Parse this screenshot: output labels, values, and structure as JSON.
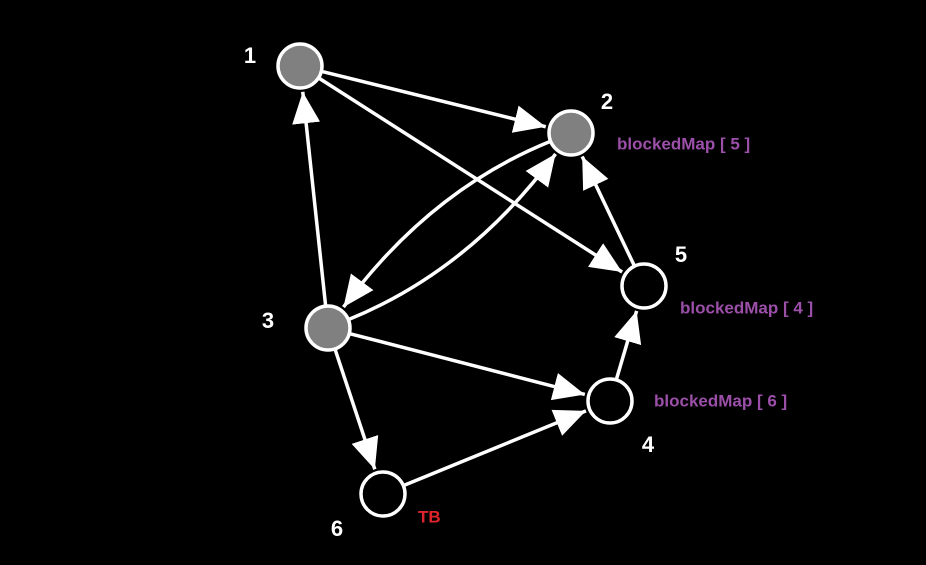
{
  "colors": {
    "background": "#000000",
    "edge": "#ffffff",
    "visited_fill": "#808080",
    "unvisited_fill": "#000000",
    "node_stroke": "#ffffff",
    "blocked_label": "#9b4fa8",
    "tb_label": "#e0242b"
  },
  "nodes": [
    {
      "id": "1",
      "label": "1",
      "visited": true
    },
    {
      "id": "2",
      "label": "2",
      "visited": true
    },
    {
      "id": "3",
      "label": "3",
      "visited": true
    },
    {
      "id": "4",
      "label": "4",
      "visited": false
    },
    {
      "id": "5",
      "label": "5",
      "visited": false
    },
    {
      "id": "6",
      "label": "6",
      "visited": false
    }
  ],
  "edges": [
    {
      "from": "1",
      "to": "2"
    },
    {
      "from": "1",
      "to": "5"
    },
    {
      "from": "3",
      "to": "1"
    },
    {
      "from": "3",
      "to": "2"
    },
    {
      "from": "2",
      "to": "3"
    },
    {
      "from": "3",
      "to": "4"
    },
    {
      "from": "3",
      "to": "6"
    },
    {
      "from": "6",
      "to": "4"
    },
    {
      "from": "4",
      "to": "5"
    },
    {
      "from": "5",
      "to": "2"
    }
  ],
  "annotations": [
    {
      "node": "2",
      "text": "blockedMap [ 5 ]",
      "kind": "blocked"
    },
    {
      "node": "5",
      "text": "blockedMap [ 4 ]",
      "kind": "blocked"
    },
    {
      "node": "4",
      "text": "blockedMap [ 6 ]",
      "kind": "blocked"
    },
    {
      "node": "6",
      "text": "TB",
      "kind": "tb"
    }
  ]
}
